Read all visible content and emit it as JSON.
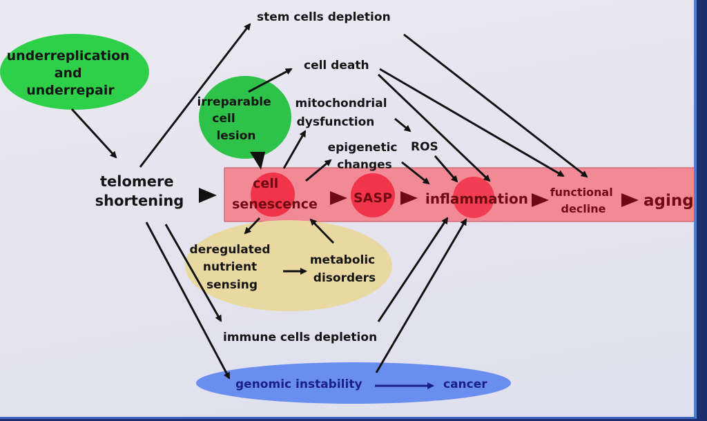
{
  "diagram": {
    "colors": {
      "green_node": "#2ed04a",
      "pink_band": "#f28a95",
      "red_circle": "#f0243c",
      "yellow_node": "#e9d9a0",
      "blue_node": "#6a8ef0",
      "dark_red_text": "#6e0a12",
      "blue_text": "#1a1f8a"
    },
    "nodes": {
      "underreplication": [
        "underreplication",
        "and",
        "underrepair"
      ],
      "telomere": [
        "telomere",
        "shortening"
      ],
      "stem_cells": "stem cells depletion",
      "cell_death": "cell death",
      "irreparable": [
        "irreparable",
        "cell",
        "lesion"
      ],
      "mitochondrial": [
        "mitochondrial",
        "dysfunction"
      ],
      "ros": "ROS",
      "epigenetic": [
        "epigenetic",
        "changes"
      ],
      "cell_senescence": [
        "cell",
        "senescence"
      ],
      "sasp": "SASP",
      "inflammation": "inflammation",
      "functional_decline": [
        "functional",
        "decline"
      ],
      "aging": "aging",
      "deregulated": [
        "deregulated",
        "nutrient",
        "sensing"
      ],
      "metabolic": [
        "metabolic",
        "disorders"
      ],
      "immune": "immune cells depletion",
      "genomic": "genomic instability",
      "cancer": "cancer"
    }
  }
}
